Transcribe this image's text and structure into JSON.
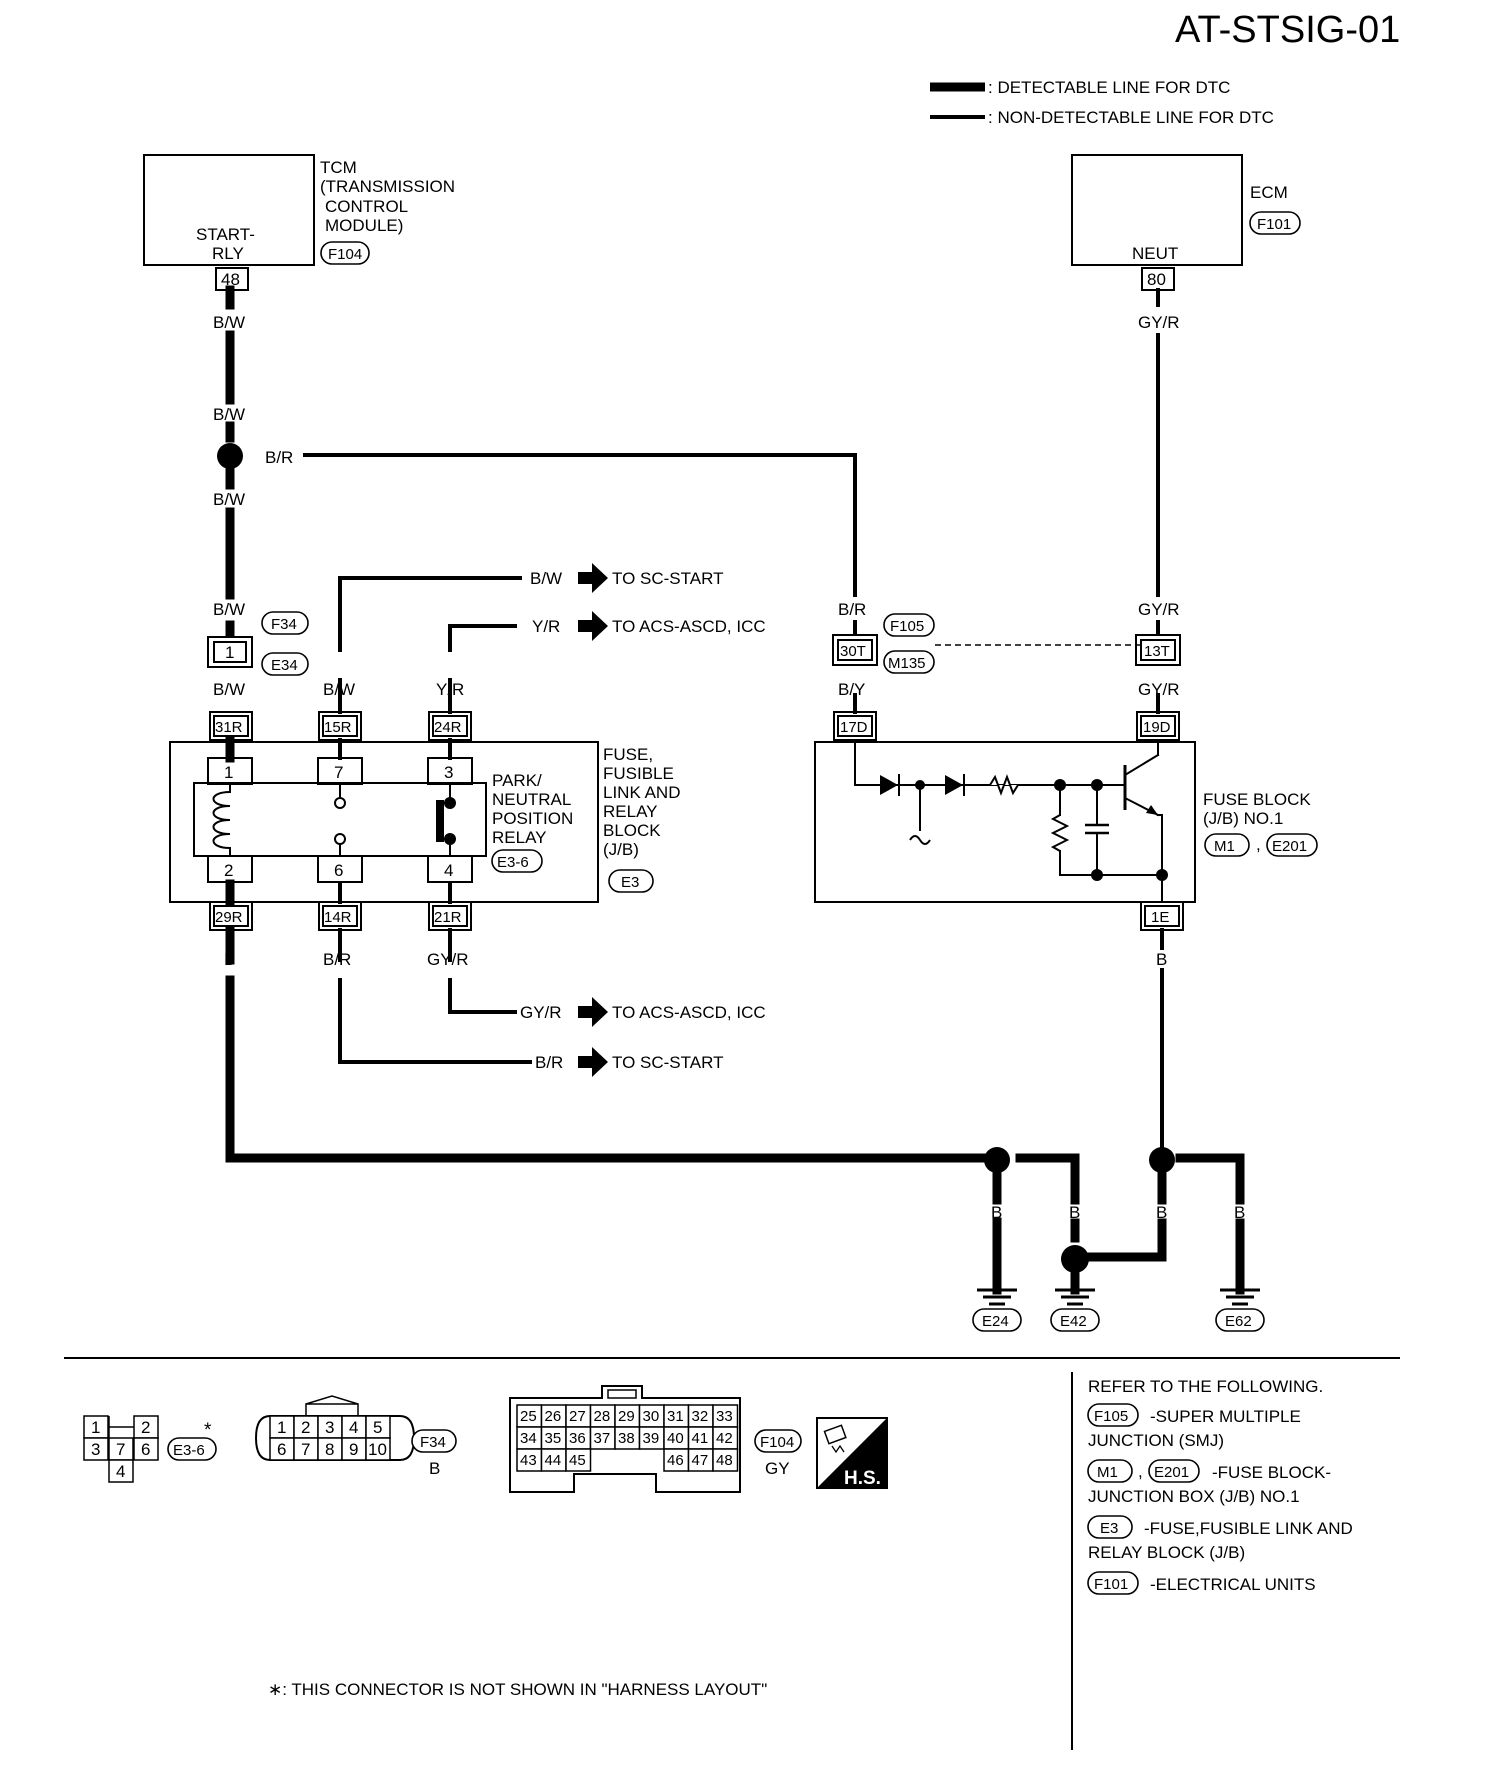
{
  "title": "AT-STSIG-01",
  "legend": {
    "detectable": ": DETECTABLE LINE FOR DTC",
    "non_detectable": ": NON-DETECTABLE LINE FOR DTC"
  },
  "tcm": {
    "name_lines": [
      "TCM",
      "(TRANSMISSION",
      "CONTROL",
      "MODULE)"
    ],
    "terminal_lines": [
      "START-",
      "RLY"
    ],
    "connector": "F104",
    "pin": "48"
  },
  "ecm": {
    "name": "ECM",
    "connector": "F101",
    "terminal": "NEUT",
    "pin": "80"
  },
  "wires": {
    "bw": "B/W",
    "br": "B/R",
    "yr": "Y/R",
    "gyr": "GY/R",
    "by": "B/Y",
    "b": "B"
  },
  "arrows": {
    "to_sc_start": "TO SC-START",
    "to_acs": "TO ACS-ASCD, ICC"
  },
  "connectors": {
    "f34": "F34",
    "e34": "E34",
    "f105": "F105",
    "m135": "M135",
    "pin_1": "1",
    "pin_30t": "30T",
    "pin_13t": "13T"
  },
  "relay_block": {
    "top_pins": [
      "31R",
      "15R",
      "24R"
    ],
    "bottom_pins": [
      "29R",
      "14R",
      "21R"
    ],
    "relay_top": [
      "1",
      "7",
      "3"
    ],
    "relay_bottom": [
      "2",
      "6",
      "4"
    ],
    "relay_name_lines": [
      "PARK/",
      "NEUTRAL",
      "POSITION",
      "RELAY"
    ],
    "relay_connector": "E3-6",
    "block_name_lines": [
      "FUSE,",
      "FUSIBLE",
      "LINK AND",
      "RELAY",
      "BLOCK",
      "(J/B)"
    ],
    "block_connector": "E3"
  },
  "fuse_block": {
    "top_pins": [
      "17D",
      "19D"
    ],
    "bottom_pin": "1E",
    "name_lines": [
      "FUSE BLOCK",
      "(J/B) NO.1"
    ],
    "connectors": [
      "M1",
      "E201"
    ],
    "separator": ","
  },
  "grounds": [
    "E24",
    "E42",
    "E62"
  ],
  "connector_views": {
    "e36": {
      "label": "E3-6",
      "star": "*",
      "pins": [
        "1",
        "2",
        "3",
        "7",
        "6",
        "4"
      ]
    },
    "f34": {
      "label": "F34",
      "color": "B",
      "pins": [
        "1",
        "2",
        "3",
        "4",
        "5",
        "6",
        "7",
        "8",
        "9",
        "10"
      ]
    },
    "f104": {
      "label": "F104",
      "color": "GY",
      "row1": [
        "25",
        "26",
        "27",
        "28",
        "29",
        "30",
        "31",
        "32",
        "33"
      ],
      "row2": [
        "34",
        "35",
        "36",
        "37",
        "38",
        "39",
        "40",
        "41",
        "42"
      ],
      "row3a": [
        "43",
        "44",
        "45"
      ],
      "row3b": [
        "46",
        "47",
        "48"
      ]
    },
    "hs": "H.S."
  },
  "refer": {
    "heading": "REFER TO THE FOLLOWING.",
    "items": [
      {
        "tags": [
          "F105"
        ],
        "lines": [
          "-SUPER MULTIPLE",
          "JUNCTION (SMJ)"
        ]
      },
      {
        "tags": [
          "M1",
          "E201"
        ],
        "lines": [
          "-FUSE BLOCK-",
          "JUNCTION BOX (J/B) NO.1"
        ]
      },
      {
        "tags": [
          "E3"
        ],
        "lines": [
          "-FUSE,FUSIBLE LINK AND",
          "RELAY BLOCK (J/B)"
        ]
      },
      {
        "tags": [
          "F101"
        ],
        "lines": [
          "-ELECTRICAL UNITS"
        ]
      }
    ]
  },
  "footnote": "∗: THIS CONNECTOR IS NOT SHOWN IN \"HARNESS LAYOUT\""
}
